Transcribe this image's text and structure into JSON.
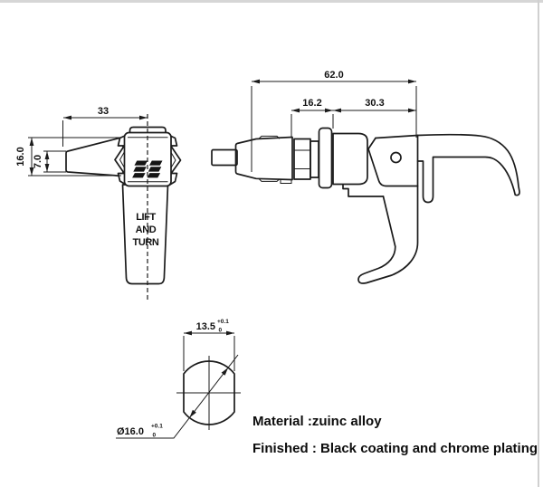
{
  "drawing": {
    "front": {
      "handle_lines": [
        "LIFT",
        "AND",
        "TURN"
      ],
      "dim_width": "33",
      "dim_height": "16.0",
      "dim_tip": "7.0"
    },
    "side": {
      "dim_overall": "62.0",
      "dim_neck": "16.2",
      "dim_grip": "30.3"
    },
    "bottom": {
      "dim_flats": "13.5",
      "dim_flats_tol_top": "+0.1",
      "dim_flats_tol_bottom": "0",
      "dim_dia": "Ø16.0",
      "dim_dia_tol_top": "+0.1",
      "dim_dia_tol_bottom": "0"
    },
    "notes": {
      "material": "Material :zuinc alloy",
      "finish": "Finished : Black coating and chrome plating"
    }
  }
}
